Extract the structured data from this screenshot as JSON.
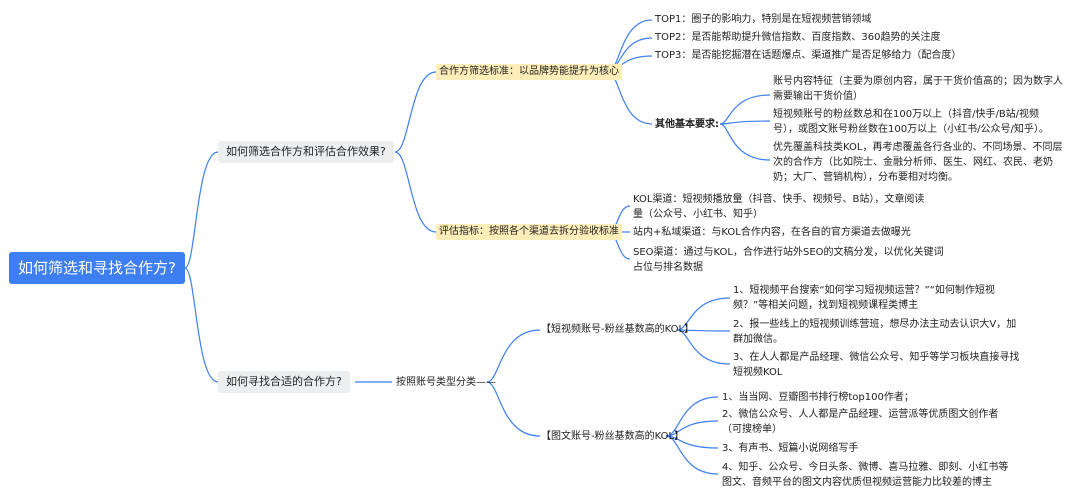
{
  "root": "如何筛选和寻找合作方?",
  "branch1": {
    "label": "如何筛选合作方和评估合作效果?",
    "criteria": {
      "label": "合作方筛选标准：以品牌势能提升为核心",
      "tops": [
        "TOP1：圈子的影响力，特别是在短视频营销领域",
        "TOP2：是否能帮助提升微信指数、百度指数、360趋势的关注度",
        "TOP3：是否能挖掘潜在话题爆点、渠道推广是否足够给力（配合度）"
      ],
      "other": {
        "label": "其他基本要求:",
        "items": [
          "账号内容特征（主要为原创内容，属于干货价值高的；因为数字人需要输出干货价值）",
          "短视频账号的粉丝数总和在100万以上（抖音/快手/B站/视频号），或图文账号粉丝数在100万以上（小红书/公众号/知乎）。",
          "优先覆盖科技类KOL，再考虑覆盖各行各业的、不同场景、不同层次的合作方（比如院士、金融分析师、医生、网红、农民、老奶奶；大厂、营销机构），分布要相对均衡。"
        ]
      }
    },
    "metrics": {
      "label": "评估指标：按照各个渠道去拆分验收标准",
      "items": [
        "KOL渠道：短视频播放量（抖音、快手、视频号、B站），文章阅读量（公众号、小红书、知乎）",
        "站内+私域渠道：与KOL合作内容，在各自的官方渠道去做曝光",
        "SEO渠道：通过与KOL，合作进行站外SEO的文稿分发，以优化关键词占位与排名数据"
      ]
    }
  },
  "branch2": {
    "label": "如何寻找合适的合作方?",
    "classify": "按照账号类型分类——",
    "video": {
      "label": "【短视频账号-粉丝基数高的KOL】",
      "items": [
        "1、短视频平台搜索“如何学习短视频运营？”“如何制作短视频？”等相关问题，找到短视频课程类博主",
        "2、报一些线上的短视频训练营班，想尽办法主动去认识大V，加群加微信。",
        "3、在人人都是产品经理、微信公众号、知乎等学习板块直接寻找短视频KOL"
      ]
    },
    "article": {
      "label": "【图文账号-粉丝基数高的KOL】",
      "items": [
        "1、当当网、豆瓣图书排行榜top100作者；",
        "2、微信公众号、人人都是产品经理、运营派等优质图文创作者（可搜榜单）",
        "3、有声书、短篇小说网络写手",
        "4、知乎、公众号、今日头条、微博、喜马拉雅、即刻、小红书等图文、音频平台的图文内容优质但视频运营能力比较差的博主"
      ]
    }
  },
  "colors": {
    "root_bg": "#3d7ef0",
    "branch_bg": "#eceef0",
    "highlight_bg": "#fdedb9",
    "line": "#3d7ef0"
  }
}
